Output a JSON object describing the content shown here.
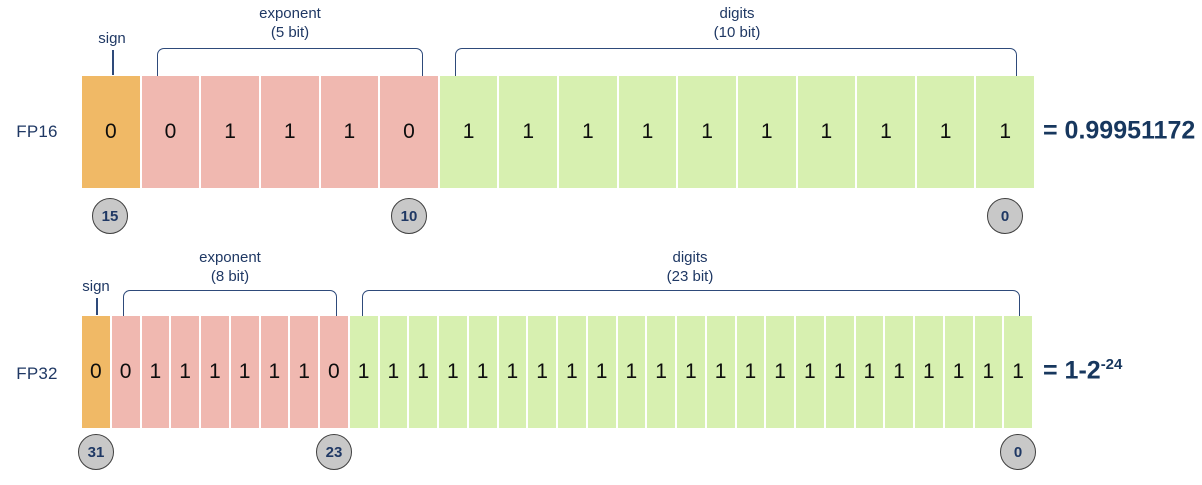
{
  "diagram": {
    "colors": {
      "sign_cell": "#F0B966",
      "exponent_cell": "#F0B8B0",
      "digits_cell": "#D7F0B0",
      "label_text": "#1F3864",
      "bit_text": "#0d0d0d",
      "badge_fill": "#C8C8C8",
      "badge_border": "#3F3F3F",
      "result_text": "#17375E"
    },
    "rows": [
      {
        "label": "FP16",
        "sign_label": "sign",
        "exponent_label": "exponent",
        "exponent_bits_label": "(5 bit)",
        "digits_label": "digits",
        "digits_bits_label": "(10 bit)",
        "sign_size": 1,
        "exponent_size": 5,
        "digits_size": 10,
        "bits": "0011101111111111",
        "bit_markers": [
          "15",
          "10",
          "0"
        ],
        "result": "= 0.99951172",
        "result_superscript": ""
      },
      {
        "label": "FP32",
        "sign_label": "sign",
        "exponent_label": "exponent",
        "exponent_bits_label": "(8 bit)",
        "digits_label": "digits",
        "digits_bits_label": "(23 bit)",
        "sign_size": 1,
        "exponent_size": 8,
        "digits_size": 23,
        "bits": "00111111011111111111111111111111",
        "bit_markers": [
          "31",
          "23",
          "0"
        ],
        "result": "= 1-2",
        "result_superscript": "-24"
      }
    ]
  }
}
